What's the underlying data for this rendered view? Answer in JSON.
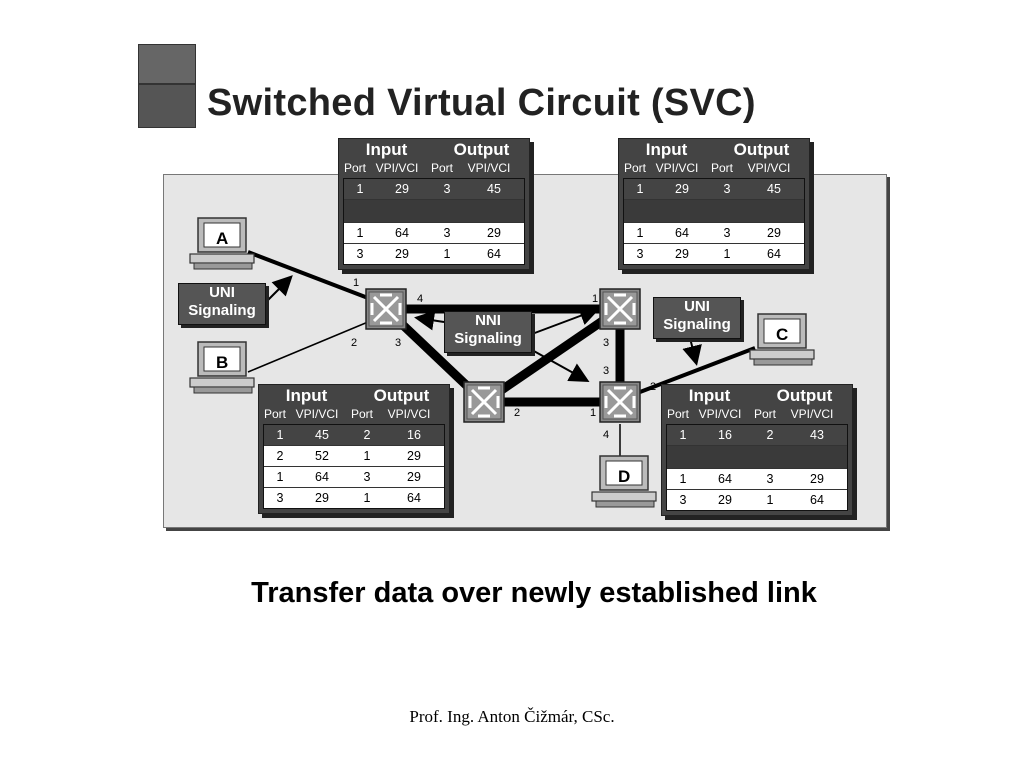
{
  "title": "Switched Virtual Circuit (SVC)",
  "caption": "Transfer data over newly established link",
  "footer": "Prof. Ing. Anton Čižmár, CSc.",
  "table_header": {
    "input": "Input",
    "output": "Output",
    "port": "Port",
    "vpivci": "VPI/VCI"
  },
  "signaling": {
    "uni_line1": "UNI",
    "uni_line2": "Signaling",
    "nni_line1": "NNI",
    "nni_line2": "Signaling"
  },
  "terminals": [
    "A",
    "B",
    "C",
    "D"
  ],
  "port_labels": {
    "tl_1": "1",
    "tl_2": "2",
    "tl_3": "3",
    "tl_4": "4",
    "tr_1": "1",
    "tr_3": "3",
    "br_3": "3",
    "br_1": "1",
    "br_2": "2",
    "br_4": "4",
    "bl_2": "2"
  },
  "tables": {
    "top_left": {
      "rows": [
        [
          "1",
          "29",
          "3",
          "45"
        ],
        [],
        [
          "1",
          "64",
          "3",
          "29"
        ],
        [
          "3",
          "29",
          "1",
          "64"
        ]
      ]
    },
    "top_right": {
      "rows": [
        [
          "1",
          "29",
          "3",
          "45"
        ],
        [],
        [
          "1",
          "64",
          "3",
          "29"
        ],
        [
          "3",
          "29",
          "1",
          "64"
        ]
      ]
    },
    "bottom_left": {
      "rows": [
        [
          "1",
          "45",
          "2",
          "16"
        ],
        [
          "2",
          "52",
          "1",
          "29"
        ],
        [
          "1",
          "64",
          "3",
          "29"
        ],
        [
          "3",
          "29",
          "1",
          "64"
        ]
      ]
    },
    "bottom_right": {
      "rows": [
        [
          "1",
          "16",
          "2",
          "43"
        ],
        [],
        [
          "1",
          "64",
          "3",
          "29"
        ],
        [
          "3",
          "29",
          "1",
          "64"
        ]
      ]
    }
  },
  "colors": {
    "panel": "#e6e6e6",
    "table_dark": "#444444",
    "link": "#000000"
  }
}
